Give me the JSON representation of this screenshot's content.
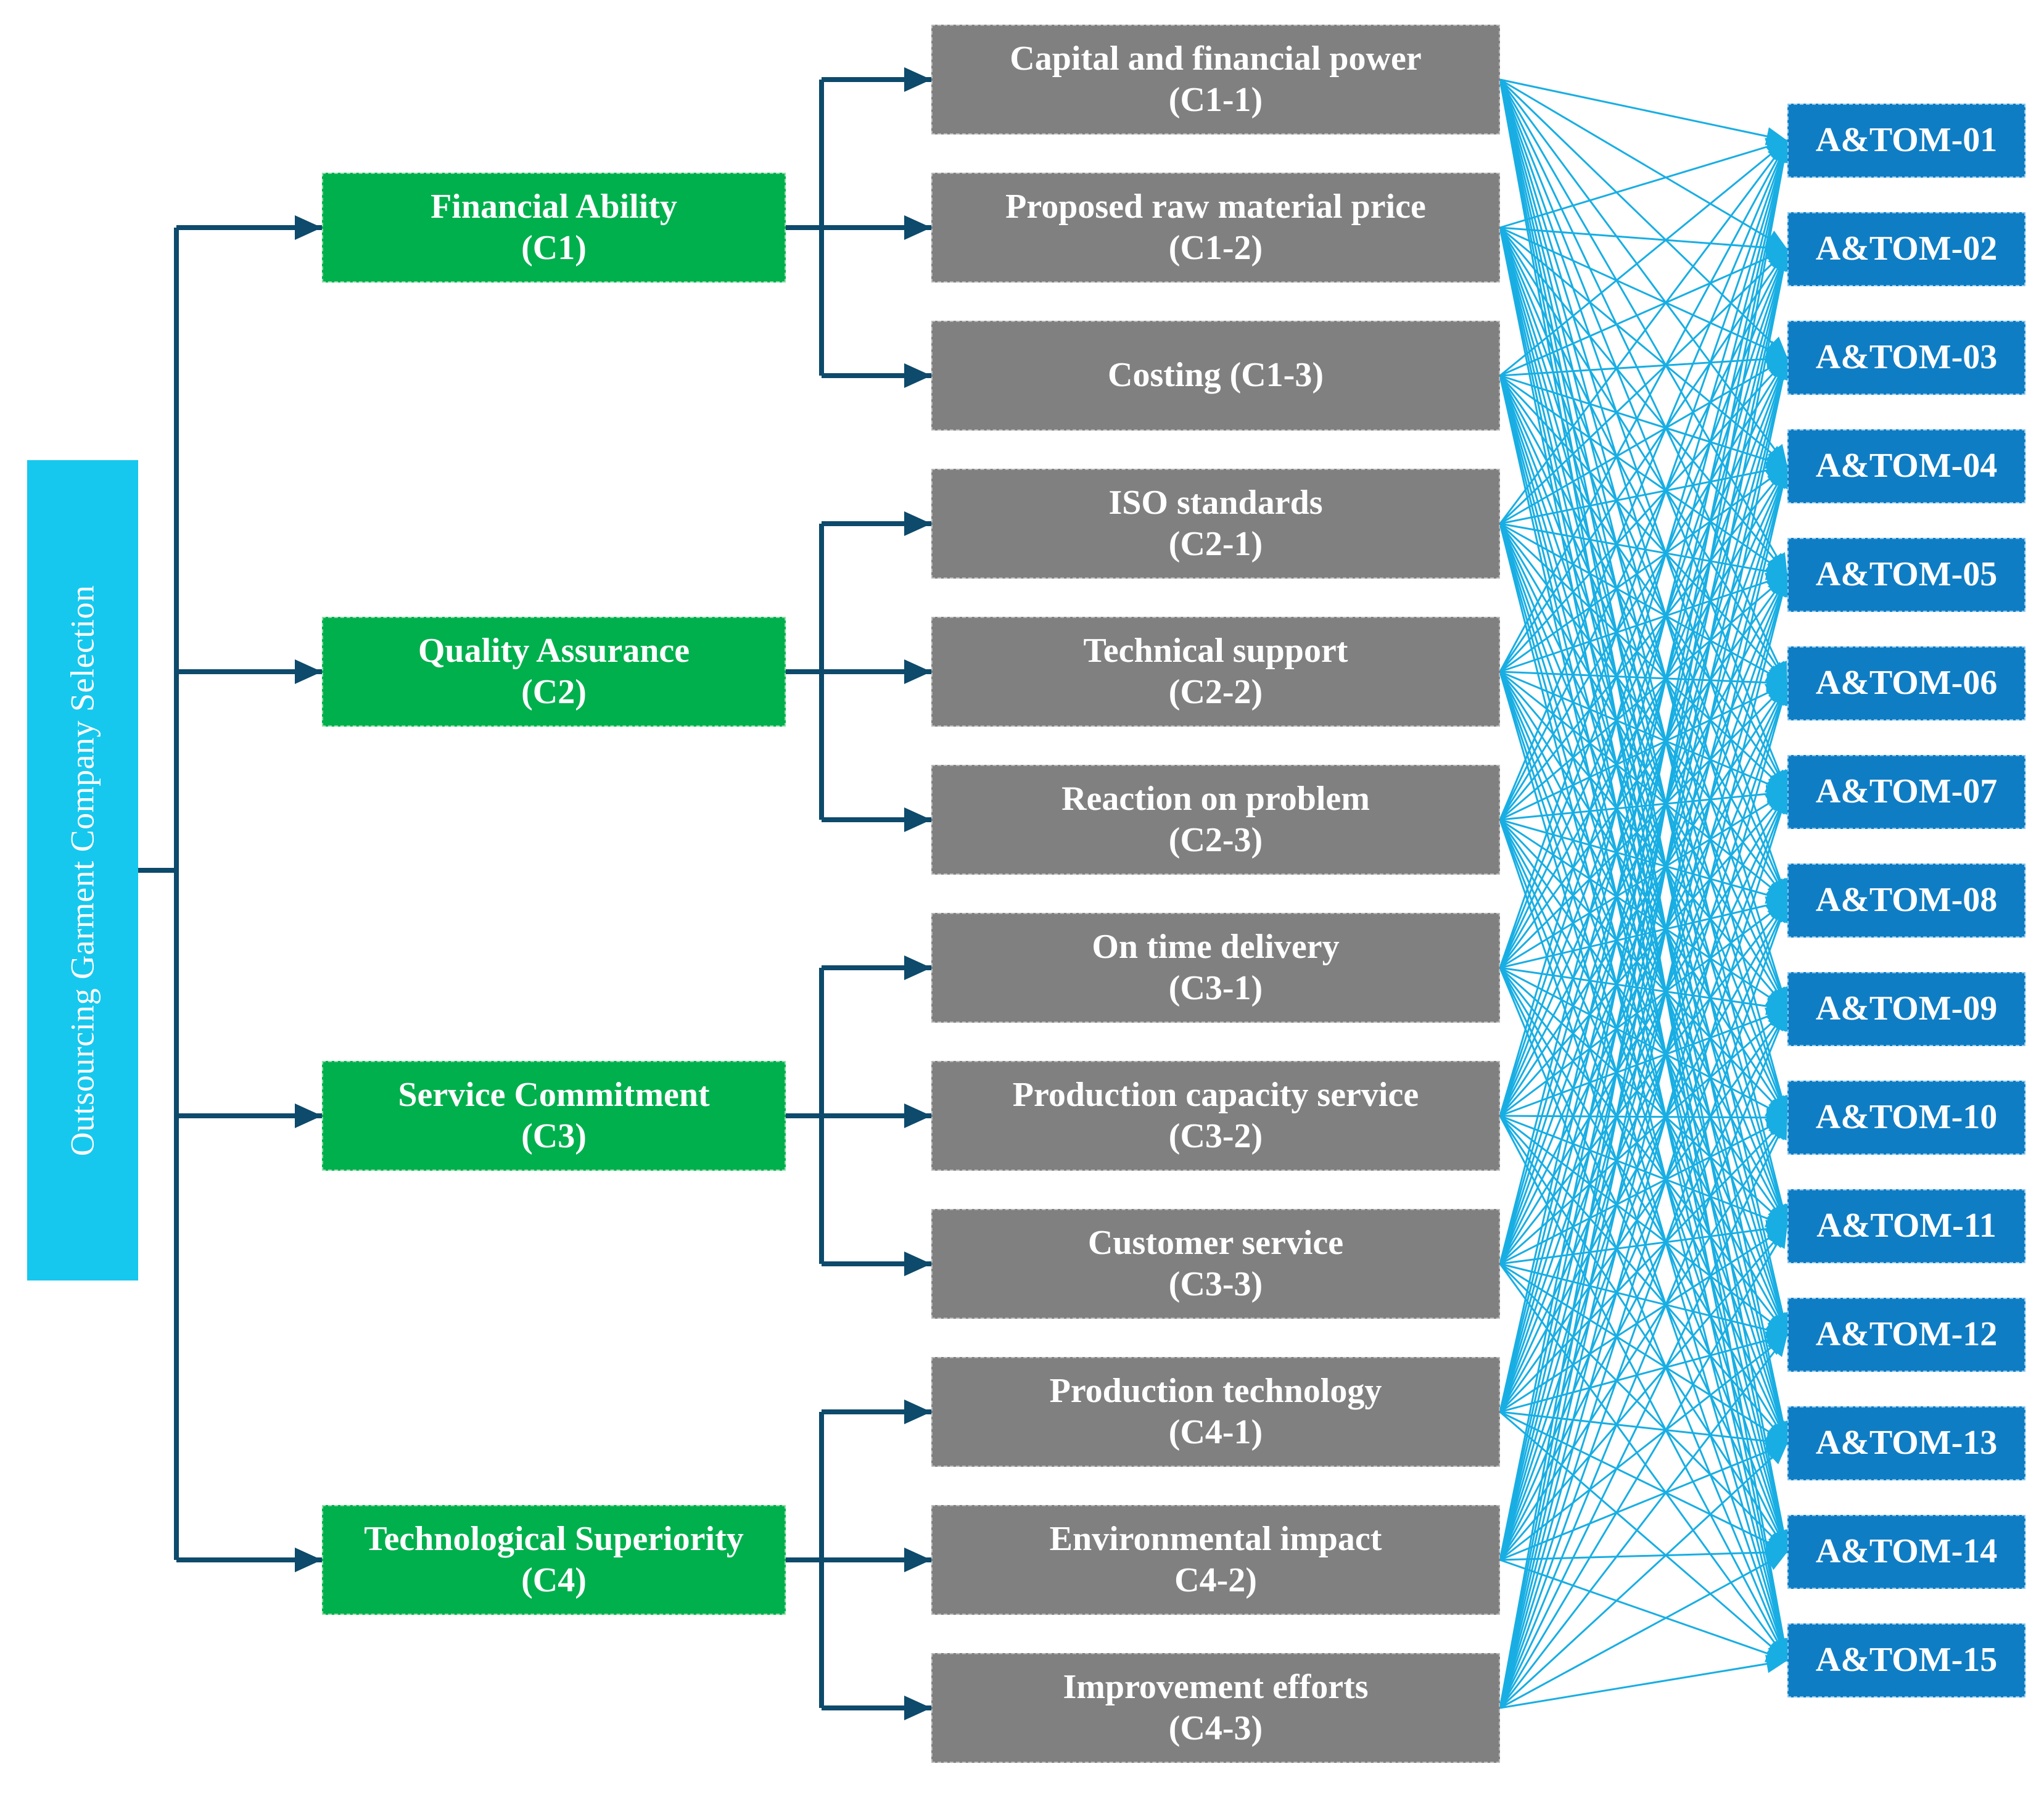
{
  "goal": {
    "label": "Outsourcing Garment Company Selection"
  },
  "criteria": [
    {
      "name": "Financial Ability",
      "code": "(C1)"
    },
    {
      "name": "Quality Assurance",
      "code": "(C2)"
    },
    {
      "name": "Service Commitment",
      "code": "(C3)"
    },
    {
      "name": "Technological Superiority",
      "code": "(C4)"
    }
  ],
  "subcriteria": [
    {
      "line1": "Capital and financial power",
      "line2": "(C1-1)"
    },
    {
      "line1": "Proposed raw material price",
      "line2": "(C1-2)"
    },
    {
      "line1": "Costing (C1-3)",
      "line2": ""
    },
    {
      "line1": "ISO standards",
      "line2": "(C2-1)"
    },
    {
      "line1": "Technical support",
      "line2": "(C2-2)"
    },
    {
      "line1": "Reaction on problem",
      "line2": "(C2-3)"
    },
    {
      "line1": "On time delivery",
      "line2": "(C3-1)"
    },
    {
      "line1": "Production capacity service",
      "line2": "(C3-2)"
    },
    {
      "line1": "Customer service",
      "line2": "(C3-3)"
    },
    {
      "line1": "Production technology",
      "line2": "(C4-1)"
    },
    {
      "line1": "Environmental impact",
      "line2": "C4-2)"
    },
    {
      "line1": "Improvement efforts",
      "line2": "(C4-3)"
    }
  ],
  "alternatives": [
    "A&TOM-01",
    "A&TOM-02",
    "A&TOM-03",
    "A&TOM-04",
    "A&TOM-05",
    "A&TOM-06",
    "A&TOM-07",
    "A&TOM-08",
    "A&TOM-09",
    "A&TOM-10",
    "A&TOM-11",
    "A&TOM-12",
    "A&TOM-13",
    "A&TOM-14",
    "A&TOM-15"
  ],
  "colors": {
    "goal": "#16c8ee",
    "criteria": "#00b04d",
    "subcriteria": "#808080",
    "alternatives": "#0f7dc4",
    "tree_connector": "#0d4a6b",
    "alternative_links": "#18aee3"
  }
}
